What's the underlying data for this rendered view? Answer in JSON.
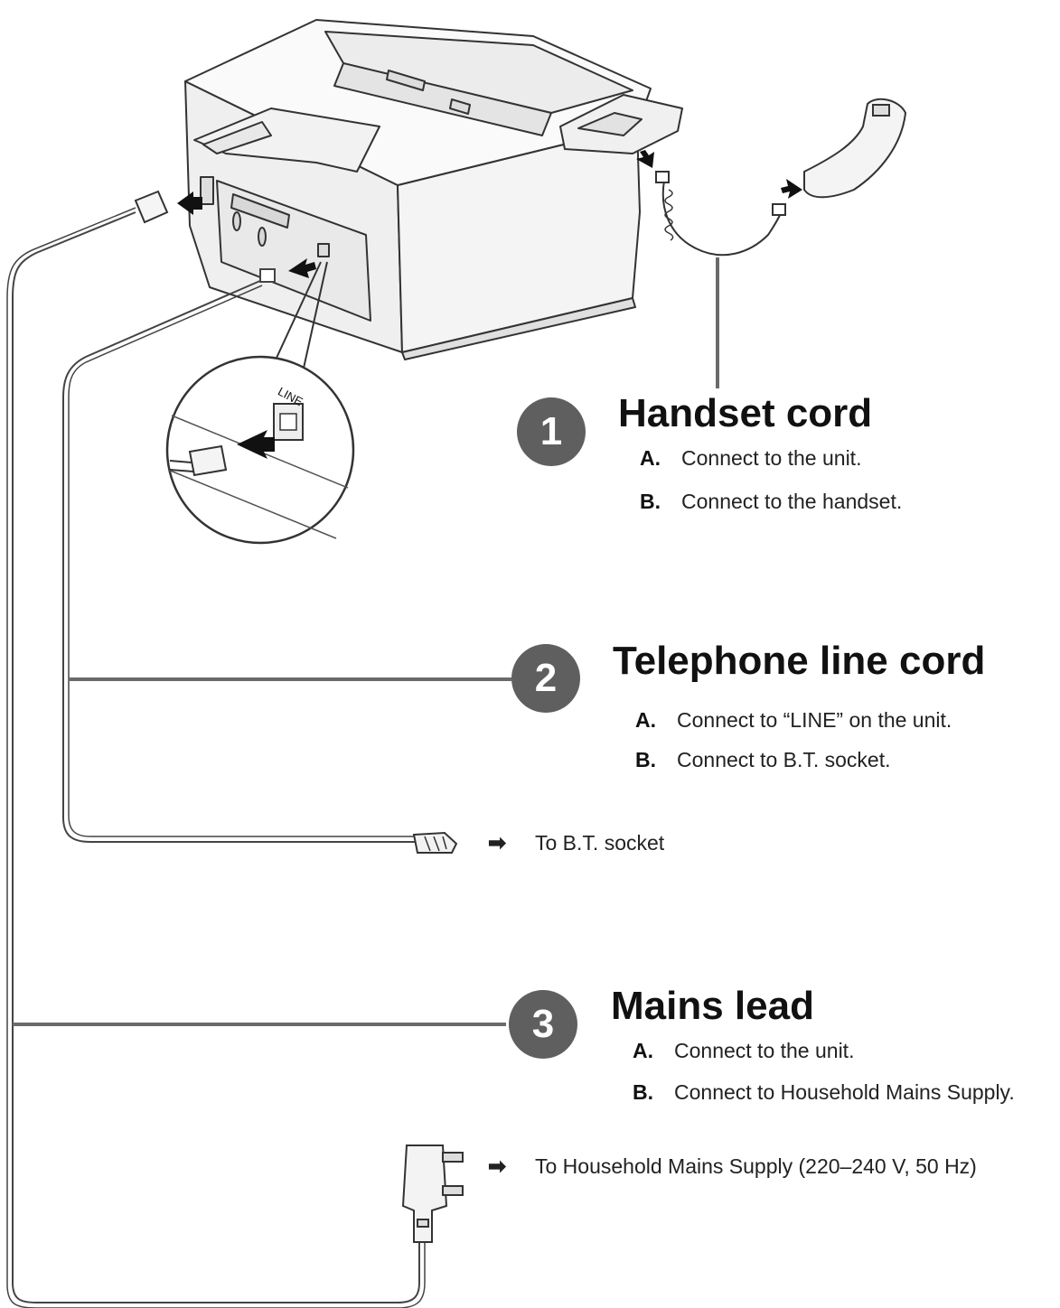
{
  "sections": [
    {
      "number": "1",
      "title": "Handset cord",
      "steps": [
        {
          "key": "A.",
          "text": "Connect to the unit."
        },
        {
          "key": "B.",
          "text": "Connect to the handset."
        }
      ]
    },
    {
      "number": "2",
      "title": "Telephone line cord",
      "steps": [
        {
          "key": "A.",
          "text": "Connect to “LINE” on the unit."
        },
        {
          "key": "B.",
          "text": "Connect to B.T. socket."
        }
      ]
    },
    {
      "number": "3",
      "title": "Mains lead",
      "steps": [
        {
          "key": "A.",
          "text": "Connect to the unit."
        },
        {
          "key": "B.",
          "text": "Connect to Household Mains Supply."
        }
      ]
    }
  ],
  "destinations": {
    "bt_socket": "To B.T. socket",
    "mains_supply": "To Household Mains Supply (220–240 V, 50 Hz)"
  },
  "callout_label": "LINE",
  "colors": {
    "badge": "#5f5f5f",
    "leader_line": "#6a6a6a",
    "device_outline": "#333333"
  }
}
